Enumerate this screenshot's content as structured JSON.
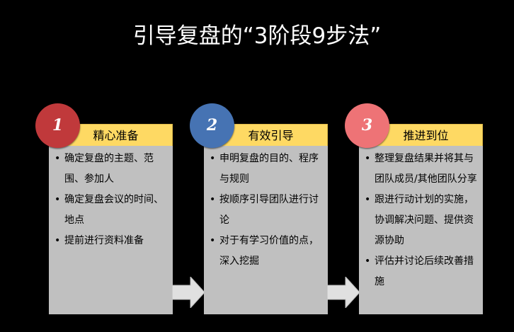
{
  "title": "引导复盘的“3阶段9步法”",
  "colors": {
    "background": "#000000",
    "header": "#fed963",
    "body": "#c0c0c0",
    "circle1": "#c0393b",
    "circle2": "#4673b3",
    "circle3": "#ee7376",
    "arrow": "#e0e0e0"
  },
  "bullet_symbol": "•",
  "stages": [
    {
      "number": "1",
      "label": "精心准备",
      "items": [
        "确定复盘的主题、范围、参加人",
        "确定复盘会议的时间、地点",
        "提前进行资料准备"
      ]
    },
    {
      "number": "2",
      "label": "有效引导",
      "items": [
        "申明复盘的目的、程序与规则",
        "按顺序引导团队进行讨论",
        "对于有学习价值的点，深入挖掘"
      ]
    },
    {
      "number": "3",
      "label": "推进到位",
      "items": [
        "整理复盘结果并将其与团队成员/其他团队分享",
        "跟进行动计划的实施，协调解决问题、提供资源协助",
        "评估并讨论后续改善措施"
      ]
    }
  ]
}
